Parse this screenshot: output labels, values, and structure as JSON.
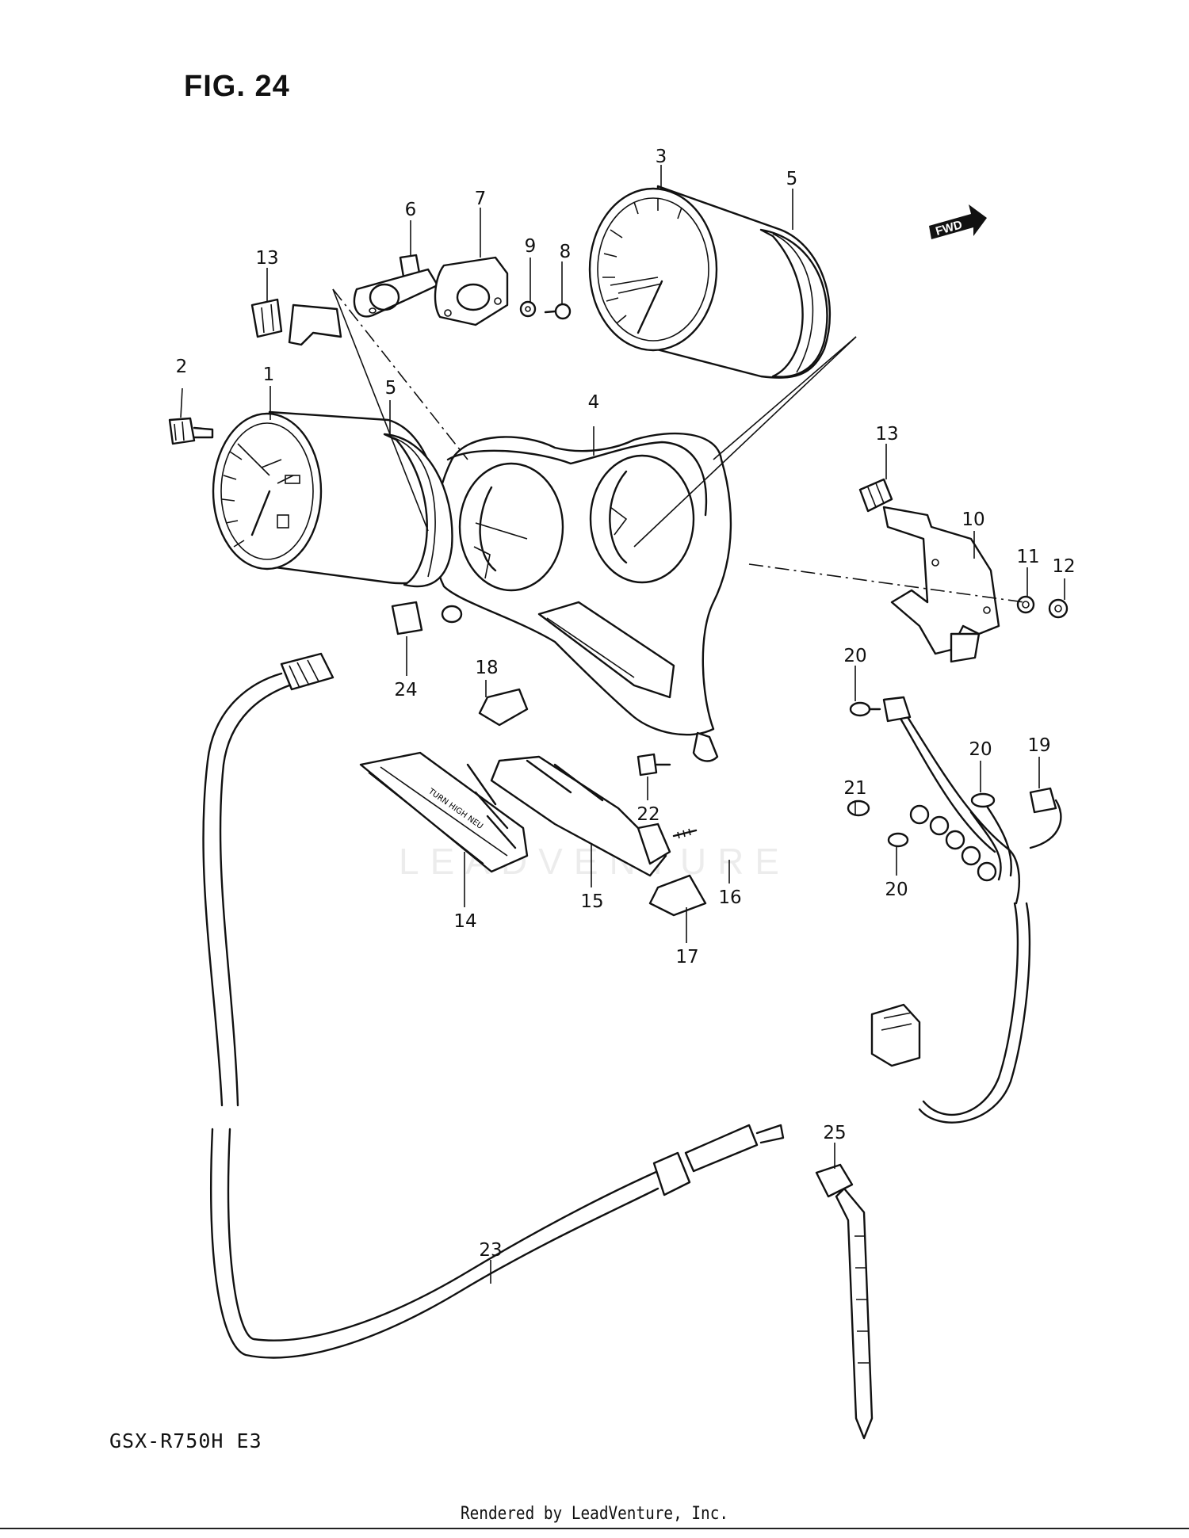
{
  "figure_title": "FIG. 24",
  "model": "GSX-R750H E3",
  "footer": "Rendered by LeadVenture, Inc.",
  "watermark": "LEADVENTURE",
  "direction_marker": "FWD",
  "callouts": {
    "speedometer": "1",
    "cable_fitting": "2",
    "tachometer": "3",
    "meter_case": "4",
    "cushion_left": "5",
    "cushion_right": "5",
    "bracket_cover": "6",
    "bracket_plate": "7",
    "screw_8": "8",
    "nut_9": "9",
    "stay_10": "10",
    "washer_11": "11",
    "nut_12": "12",
    "clamp_left": "13",
    "clamp_right": "13",
    "indicator_panel": "14",
    "indicator_plate": "15",
    "screw_16": "16",
    "clip_17": "17",
    "clip_18": "18",
    "socket_19": "19",
    "bulb_20a": "20",
    "bulb_20b": "20",
    "bulb_20c": "20",
    "bulb_21": "21",
    "screw_22": "22",
    "speedometer_cable": "23",
    "cushion_24": "24",
    "cable_tie": "25"
  }
}
